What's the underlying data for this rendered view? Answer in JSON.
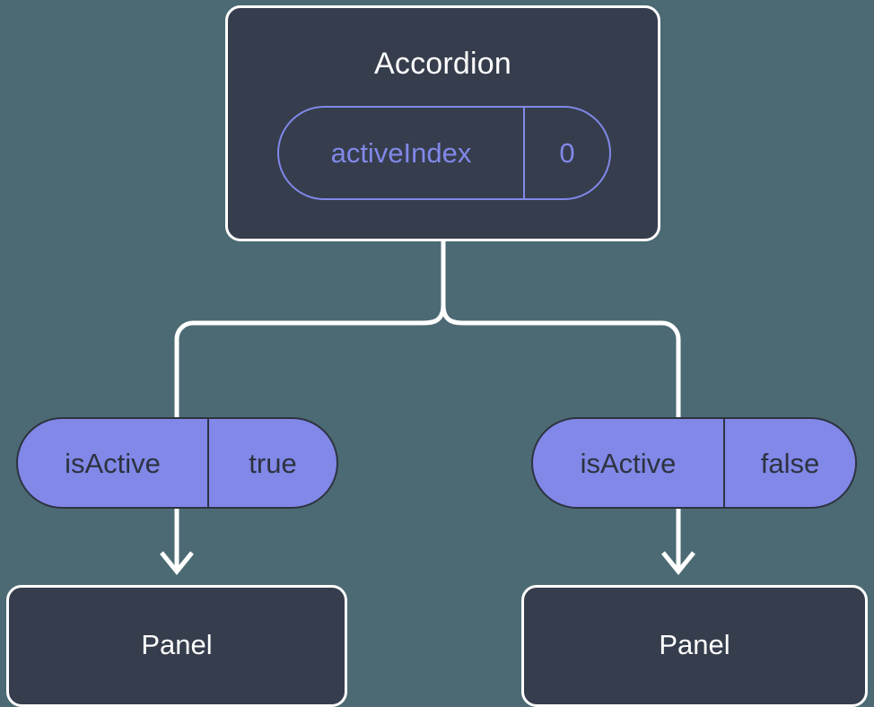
{
  "diagram": {
    "type": "component-tree",
    "background_color": "#4c6a73",
    "accent_color": "#8188e8",
    "node_fill_color": "#363d4d",
    "node_border_color": "#ffffff",
    "root": {
      "title": "Accordion",
      "state": {
        "key": "activeIndex",
        "value": "0"
      }
    },
    "branches": [
      {
        "prop": {
          "key": "isActive",
          "value": "true"
        },
        "child": {
          "title": "Panel"
        }
      },
      {
        "prop": {
          "key": "isActive",
          "value": "false"
        },
        "child": {
          "title": "Panel"
        }
      }
    ]
  }
}
